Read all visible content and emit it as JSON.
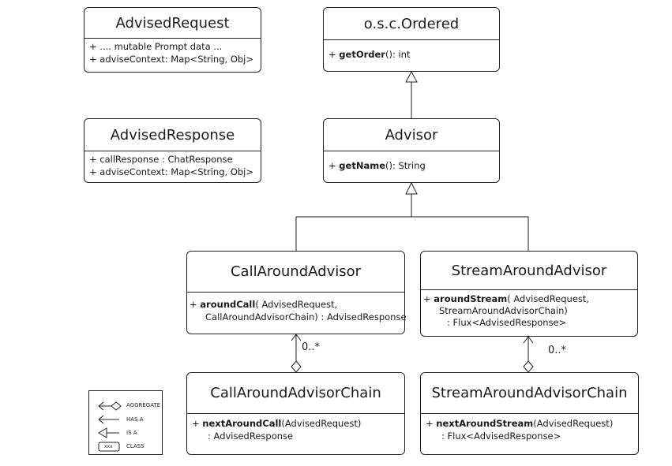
{
  "classes": {
    "advised_request": {
      "name": "AdvisedRequest",
      "lines": [
        "+ .... mutable Prompt data ...",
        "+ adviseContext: Map<String, Obj>"
      ]
    },
    "advised_response": {
      "name": "AdvisedResponse",
      "lines": [
        "+ callResponse : ChatResponse",
        "+ adviseContext: Map<String, Obj>"
      ]
    },
    "ordered": {
      "name": "o.s.c.Ordered",
      "method_prefix": "+ ",
      "method_name": "getOrder",
      "method_suffix": "(): int"
    },
    "advisor": {
      "name": "Advisor",
      "method_prefix": "+ ",
      "method_name": "getName",
      "method_suffix": "(): String"
    },
    "call_around_advisor": {
      "name": "CallAroundAdvisor",
      "method_prefix": "+ ",
      "method_name": "aroundCall",
      "method_suffix": "( AdvisedRequest,",
      "line2": "CallAroundAdvisorChain) : AdvisedResponse"
    },
    "stream_around_advisor": {
      "name": "StreamAroundAdvisor",
      "method_prefix": "+ ",
      "method_name": "aroundStream",
      "method_suffix": "( AdvisedRequest,",
      "line2": "StreamAroundAdvisorChain)",
      "line3": ": Flux<AdvisedResponse>"
    },
    "call_around_advisor_chain": {
      "name": "CallAroundAdvisorChain",
      "method_prefix": "+ ",
      "method_name": "nextAroundCall",
      "method_suffix": "(AdvisedRequest)",
      "line2": ": AdvisedResponse"
    },
    "stream_around_advisor_chain": {
      "name": "StreamAroundAdvisorChain",
      "method_prefix": "+ ",
      "method_name": "nextAroundStream",
      "method_suffix": "(AdvisedRequest)",
      "line2": ": Flux<AdvisedResponse>"
    }
  },
  "multiplicity": {
    "call": "0..*",
    "stream": "0..*"
  },
  "legend": {
    "aggregate": "AGGREGATE",
    "has_a": "HAS A",
    "is_a": "IS A",
    "class": "CLASS",
    "class_box": "xxx"
  }
}
